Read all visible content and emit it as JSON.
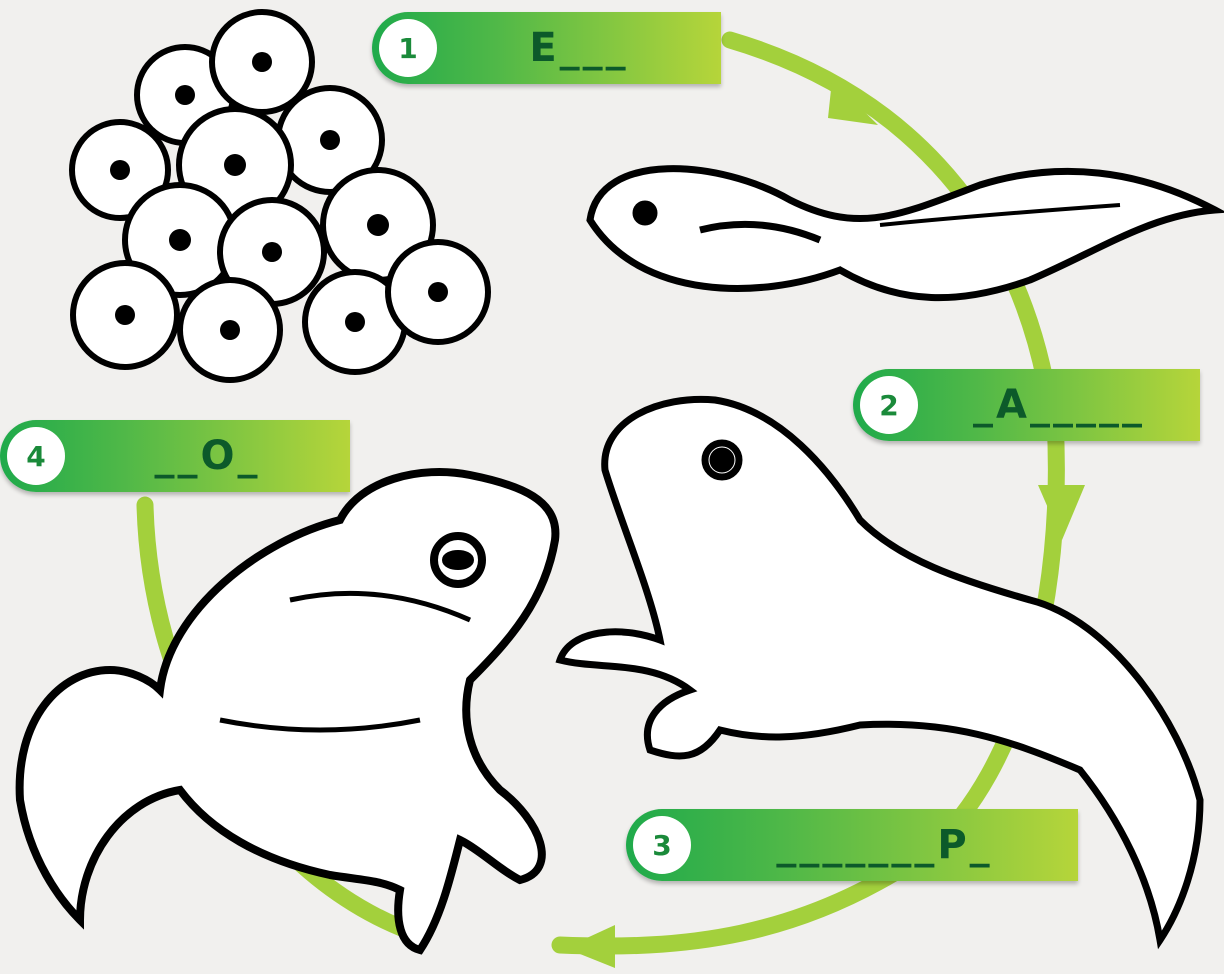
{
  "stages": [
    {
      "number": "1",
      "word": "E___",
      "icon": "egg-cluster"
    },
    {
      "number": "2",
      "word": "_A_____",
      "icon": "tadpole"
    },
    {
      "number": "3",
      "word": "_______P_",
      "icon": "froglet"
    },
    {
      "number": "4",
      "word": "__O_",
      "icon": "frog"
    }
  ],
  "colors": {
    "cycle_arrow": "#a3d03c",
    "label_start": "#1faa4b",
    "label_end": "#b6d53a",
    "letters": "#0c5a2a",
    "ink": "#000000",
    "background": "#f1f0ee"
  }
}
